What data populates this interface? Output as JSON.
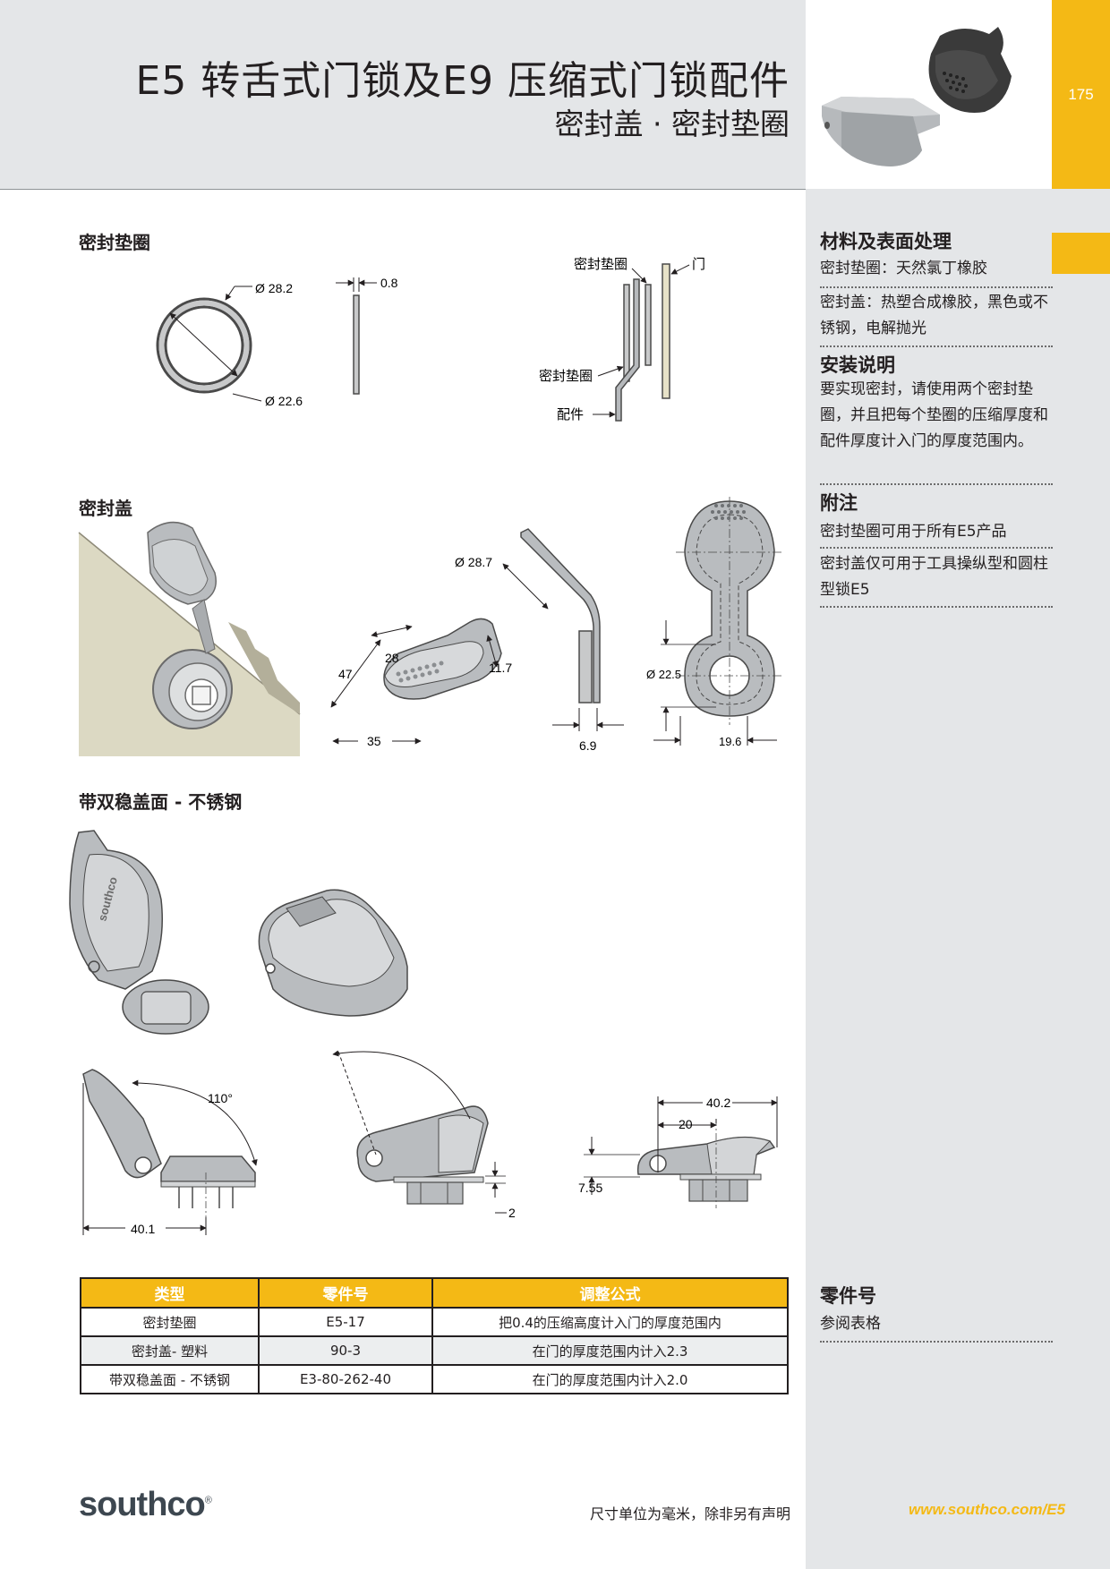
{
  "header": {
    "title_main": "E5 转舌式门锁及E9 压缩式门锁配件",
    "title_sub": "密封盖 · 密封垫圈",
    "page_number": "175"
  },
  "sections": {
    "gasket_title": "密封垫圈",
    "cover_title": "密封盖",
    "bistable_title": "带双稳盖面 - 不锈钢"
  },
  "gasket_drawing": {
    "outer_dia": "Ø 28.2",
    "inner_dia": "Ø 22.6",
    "thickness": "0.8",
    "label_gasket_top": "密封垫圈",
    "label_door": "门",
    "label_gasket_bottom": "密封垫圈",
    "label_fitting": "配件"
  },
  "cover_drawing": {
    "dim_47": "47",
    "dim_28": "28",
    "dim_11_7": "11.7",
    "dim_35": "35",
    "dia_28_7": "Ø 28.7",
    "dim_6_9": "6.9",
    "dia_22_5": "Ø 22.5",
    "dim_19_6": "19.6"
  },
  "bistable_drawing": {
    "brand_mark": "southco",
    "angle": "110°",
    "dim_40_1": "40.1",
    "dim_2": "2",
    "dim_40_2": "40.2",
    "dim_20": "20",
    "dim_7_55": "7.55"
  },
  "sidebar": {
    "materials_title": "材料及表面处理",
    "materials_1": "密封垫圈：天然氯丁橡胶",
    "materials_2": "密封盖：热塑合成橡胶，黑色或不锈钢，电解抛光",
    "install_title": "安装说明",
    "install_text": "要实现密封，请使用两个密封垫圈，并且把每个垫圈的压缩厚度和配件厚度计入门的厚度范围内。",
    "notes_title": "附注",
    "note_1": "密封垫圈可用于所有E5产品",
    "note_2": "密封盖仅可用于工具操纵型和圆柱型锁E5",
    "part_title": "零件号",
    "part_text": "参阅表格"
  },
  "table": {
    "headers": [
      "类型",
      "零件号",
      "调整公式"
    ],
    "rows": [
      [
        "密封垫圈",
        "E5-17",
        "把0.4的压缩高度计入门的厚度范围内"
      ],
      [
        "密封盖- 塑料",
        "90-3",
        "在门的厚度范围内计入2.3"
      ],
      [
        "带双稳盖面 - 不锈钢",
        "E3-80-262-40",
        "在门的厚度范围内计入2.0"
      ]
    ]
  },
  "footer": {
    "logo": "southco",
    "logo_mark": "®",
    "units_note": "尺寸单位为毫米，除非另有声明",
    "url": "www.southco.com/E5"
  },
  "colors": {
    "accent": "#f4b915",
    "band": "#e4e6e8",
    "text": "#231f20"
  }
}
